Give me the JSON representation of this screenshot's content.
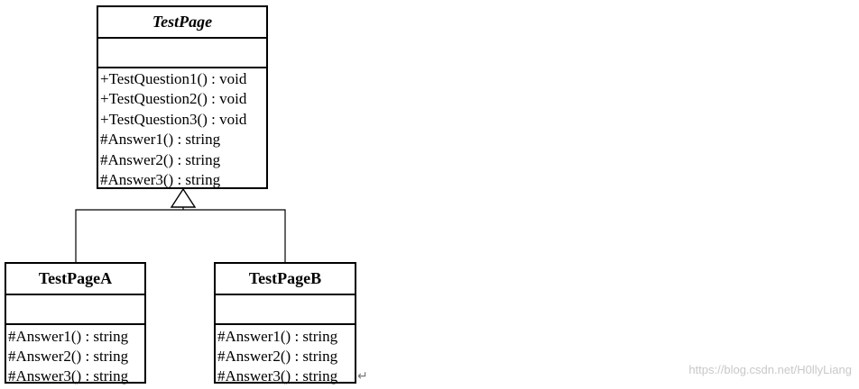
{
  "diagram": {
    "classes": [
      {
        "name": "TestPage",
        "abstract": true,
        "attributes": [],
        "operations": [
          "+TestQuestion1() : void",
          "+TestQuestion2() : void",
          "+TestQuestion3() : void",
          "#Answer1() : string",
          "#Answer2() : string",
          "#Answer3() : string"
        ]
      },
      {
        "name": "TestPageA",
        "abstract": false,
        "attributes": [],
        "operations": [
          "#Answer1() : string",
          "#Answer2() : string",
          "#Answer3() : string"
        ]
      },
      {
        "name": "TestPageB",
        "abstract": false,
        "attributes": [],
        "operations": [
          "#Answer1() : string",
          "#Answer2() : string",
          "#Answer3() : string"
        ]
      }
    ],
    "relations": [
      {
        "type": "generalization",
        "from": "TestPageA",
        "to": "TestPage"
      },
      {
        "type": "generalization",
        "from": "TestPageB",
        "to": "TestPage"
      }
    ]
  },
  "watermark": "https://blog.csdn.net/H0llyLiang",
  "return_glyph": "↵"
}
